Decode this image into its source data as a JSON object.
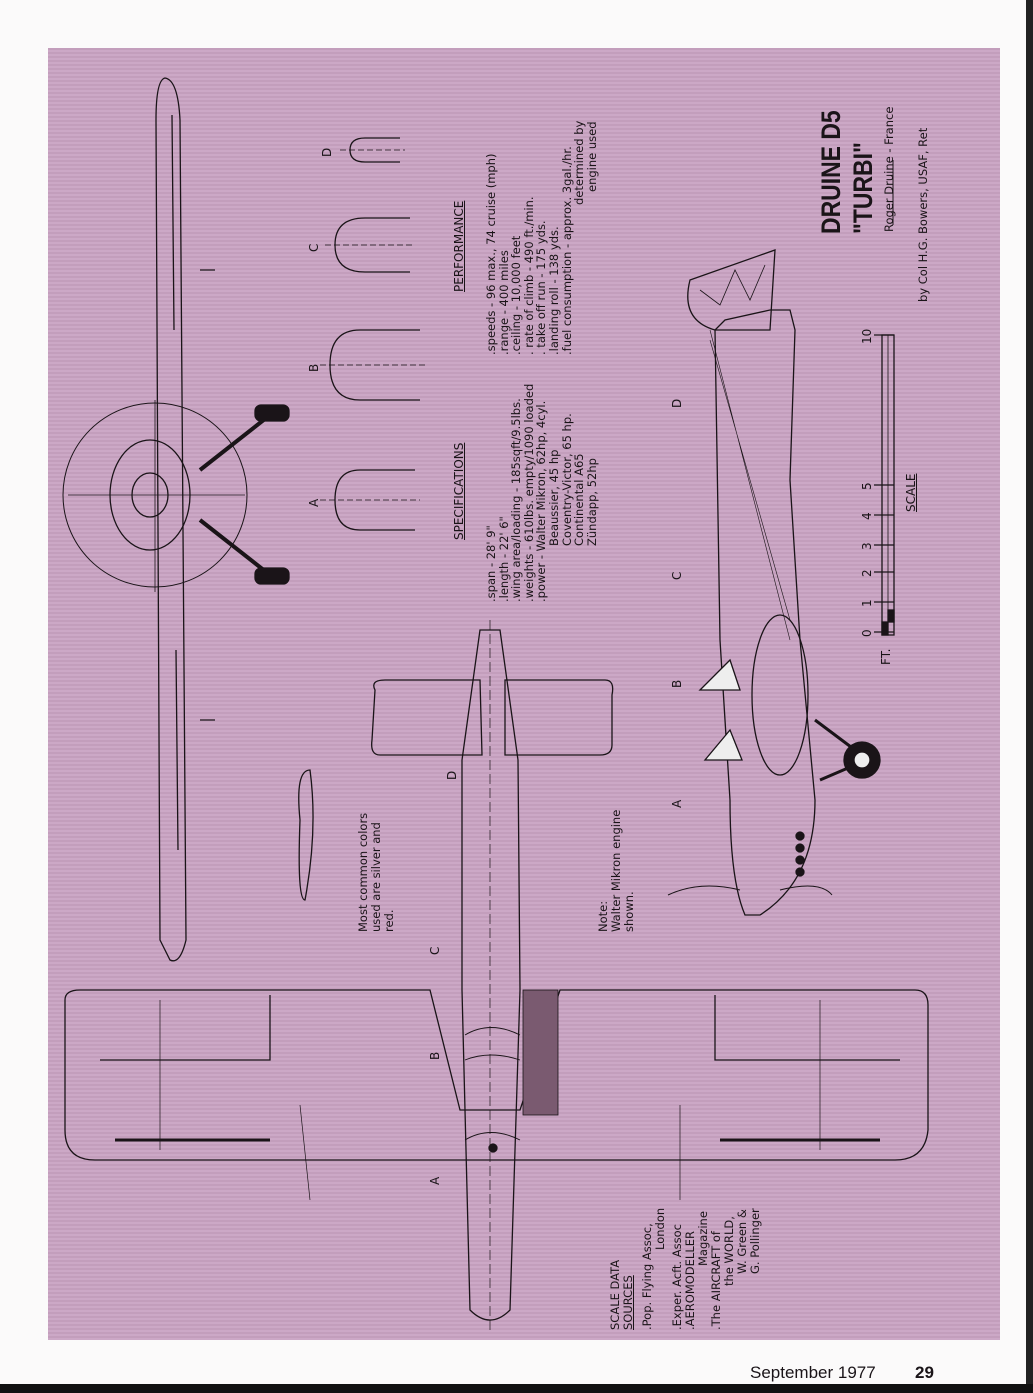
{
  "title": {
    "line1": "DRUINE D5",
    "line2": "\"TURBI\"",
    "designer": "Roger Druine - France",
    "author": "by Col H.G. Bowers, USAF, Ret"
  },
  "specifications": {
    "heading": "SPECIFICATIONS",
    "lines": [
      ".span - 28' 9\"",
      ".length - 22' 6\"",
      ".wing area/loading - 185sqft/9.5lbs.",
      ".weights - 610lbs. empty/1090 loaded",
      ".power - Walter Mikron, 62hp, 4cyl.",
      "Beaussier, 45 hp",
      "Coventry-Victor, 65 hp.",
      "Continental A65",
      "Zündapp, 52hp"
    ]
  },
  "performance": {
    "heading": "PERFORMANCE",
    "lines": [
      ".speeds - 96 max., 74 cruise (mph)",
      ".range - 400 miles",
      ".ceiling - 10,000 feet",
      ". rate of climb - 490 ft./min.",
      ". take off run - 175 yds.",
      ".landing roll - 138 yds.",
      ".fuel consumption - approx. 3gal./hr.",
      "determined by",
      "engine used"
    ]
  },
  "scale": {
    "label": "SCALE",
    "unit": "FT.",
    "ticks": [
      "0",
      "1",
      "2",
      "3",
      "4",
      "5",
      "10"
    ]
  },
  "colors_note": [
    "Most common colors",
    "used are silver and",
    "red."
  ],
  "engine_note": [
    "Note:",
    "Walter Mikron engine",
    "shown."
  ],
  "sources": {
    "heading": [
      "SCALE DATA",
      "SOURCES"
    ],
    "lines": [
      ".Pop. Flying Assoc,",
      "London",
      ".Exper. Acft. Assoc",
      ".AEROMODELLER",
      "Magazine",
      ".The AIRCRAFT of",
      "the WORLD,",
      "W. Green &",
      "G. Pollinger"
    ]
  },
  "section_labels": {
    "a": "A",
    "b": "B",
    "c": "C",
    "d": "D"
  },
  "footer": {
    "issue": "September 1977",
    "page": "29"
  },
  "colors": {
    "paper": "#c9a3c2",
    "ink": "#1a1418"
  }
}
